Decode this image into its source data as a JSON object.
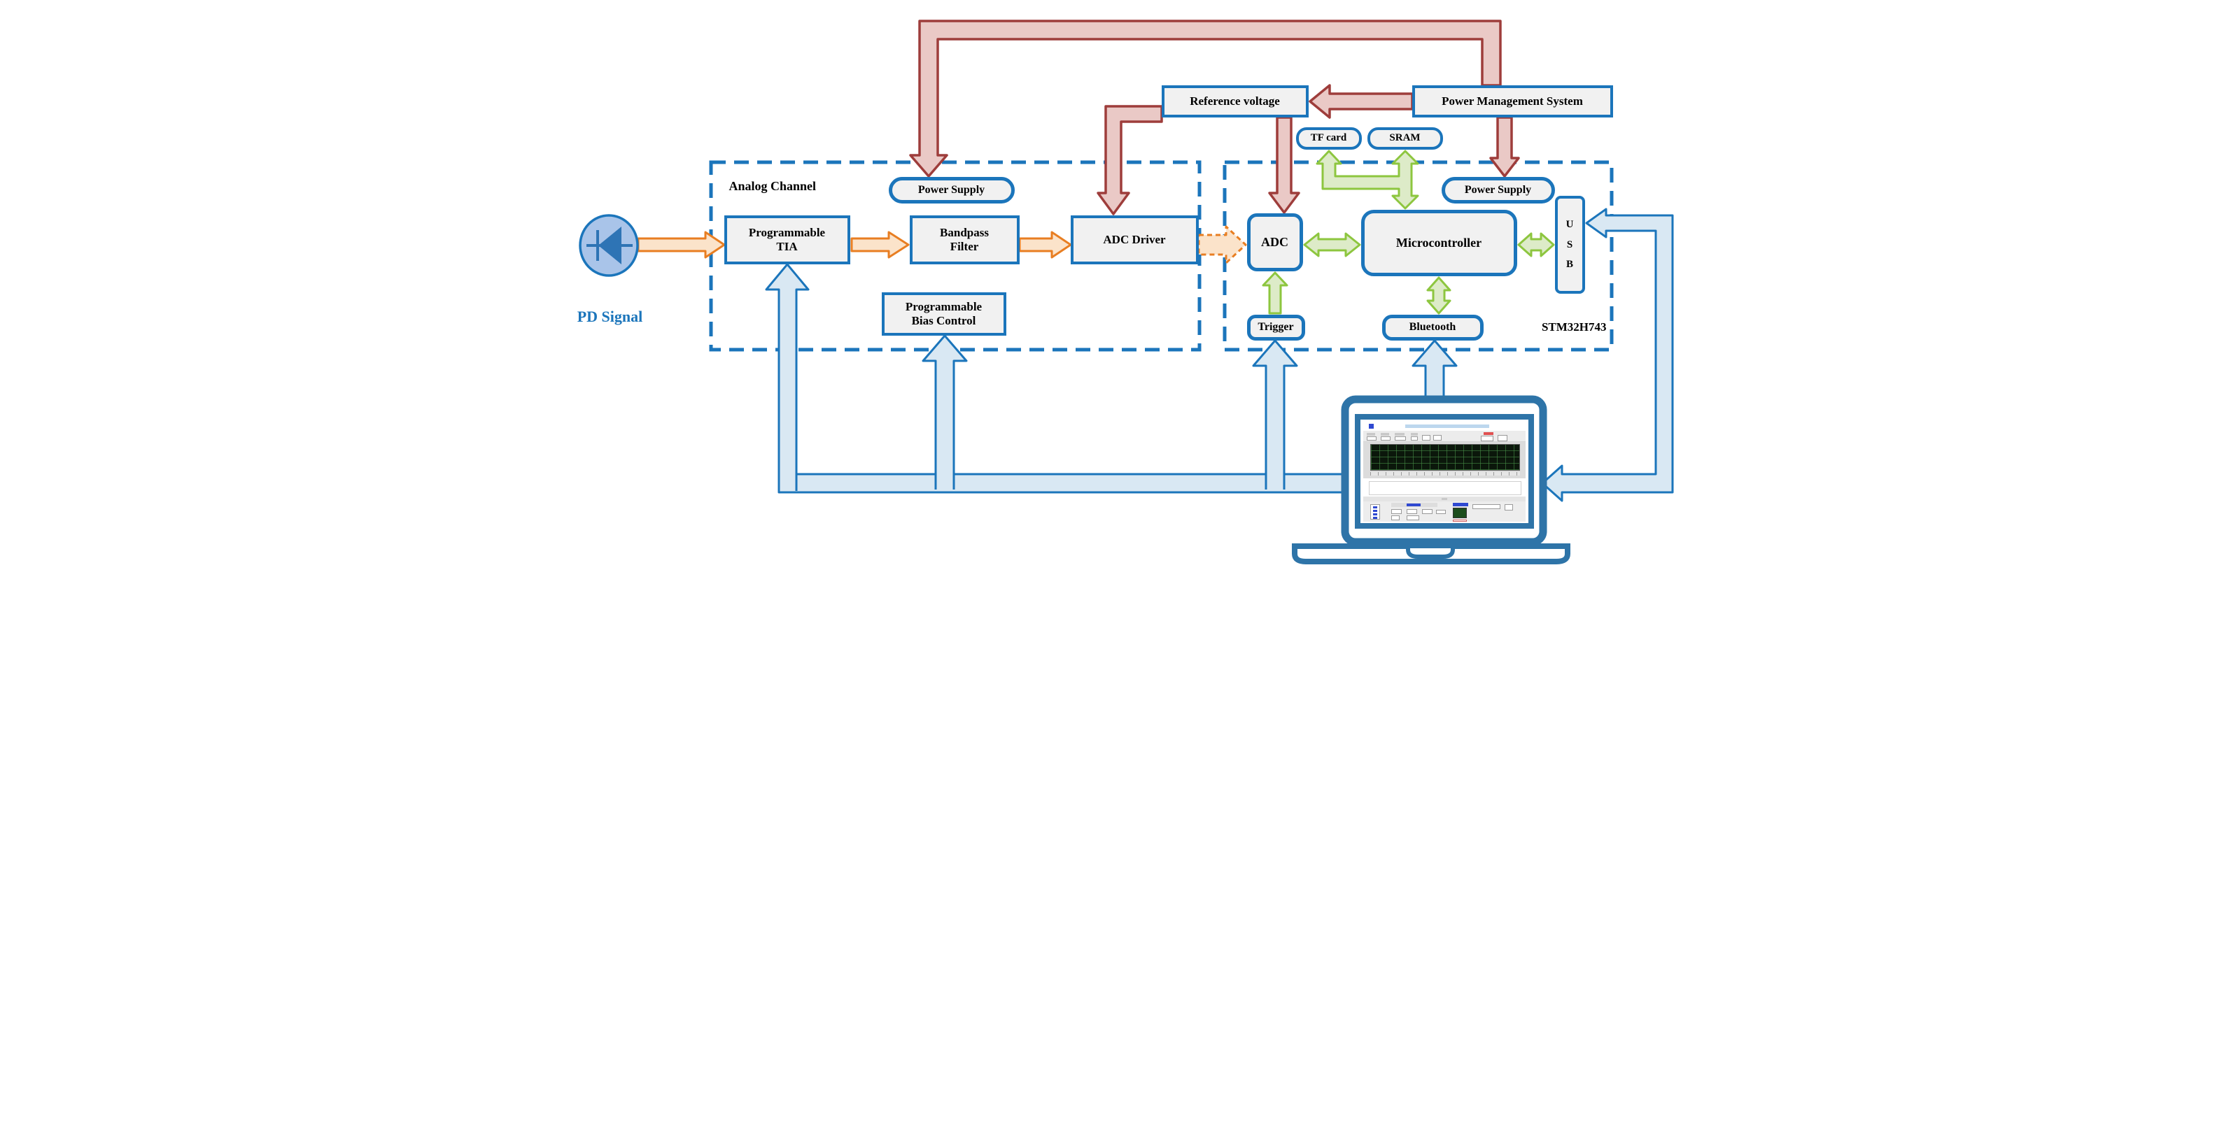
{
  "labels": {
    "pd_signal": "PD Signal",
    "analog_channel_title": "Analog Channel",
    "power_supply_analog": "Power Supply",
    "programmable_tia": "Programmable\nTIA",
    "bandpass_filter": "Bandpass\nFilter",
    "adc_driver": "ADC Driver",
    "programmable_bias": "Programmable\nBias Control",
    "reference_voltage": "Reference voltage",
    "power_management": "Power Management System",
    "tf_card": "TF card",
    "sram": "SRAM",
    "power_supply_digital": "Power Supply",
    "adc": "ADC",
    "microcontroller": "Microcontroller",
    "usb": "U\nS\nB",
    "trigger": "Trigger",
    "bluetooth": "Bluetooth",
    "stm32": "STM32H743"
  },
  "colors": {
    "box_border": "#1b75bb",
    "box_fill": "#f1f1f1",
    "power_line": "#9e3d3b",
    "power_fill": "#eac9c6",
    "data_line": "#8dc63f",
    "data_fill": "#ddebc8",
    "signal_line": "#e87e22",
    "signal_fill": "#fbe3ca",
    "control_line": "#1b75bb",
    "control_fill": "#d9e8f3",
    "pd_fill": "#a9c4e9",
    "pd_symbol": "#2e74b5",
    "laptop_frame": "#2e74a8",
    "wave_bg": "#0b170b"
  }
}
